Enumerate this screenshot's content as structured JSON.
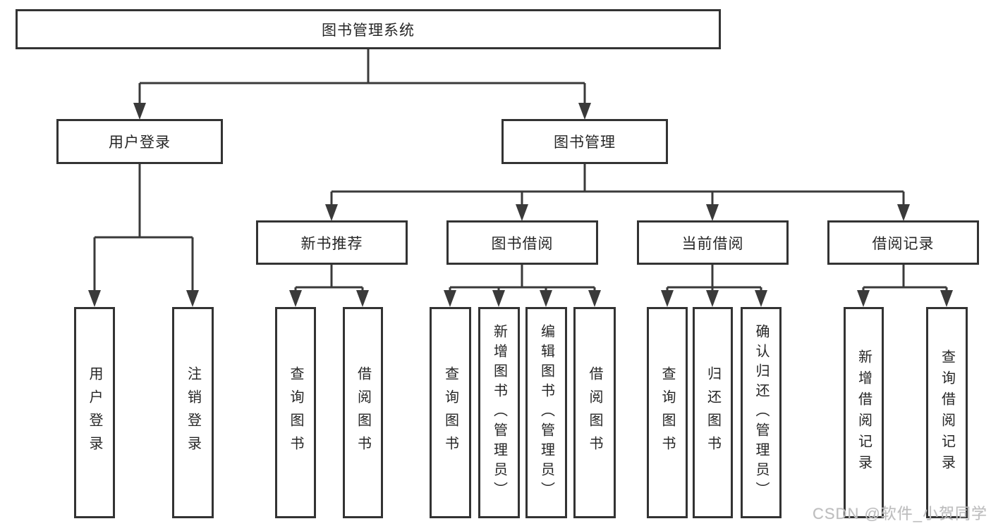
{
  "diagram": {
    "title": "图书管理系统",
    "tree": {
      "root": {
        "label": "图书管理系统"
      },
      "level2": [
        {
          "label": "用户登录",
          "children": [
            "用户登录",
            "注销登录"
          ]
        },
        {
          "label": "图书管理",
          "groups": [
            {
              "label": "新书推荐",
              "children": [
                "查询图书",
                "借阅图书"
              ]
            },
            {
              "label": "图书借阅",
              "children": [
                "查询图书",
                "新增图书（管理员）",
                "编辑图书（管理员）",
                "借阅图书"
              ]
            },
            {
              "label": "当前借阅",
              "children": [
                "查询图书",
                "归还图书",
                "确认归还（管理员）"
              ]
            },
            {
              "label": "借阅记录",
              "children": [
                "新增借阅记录",
                "查询借阅记录"
              ]
            }
          ]
        }
      ]
    },
    "colors": {
      "line": "#3a3a3a",
      "box_border": "#333333",
      "box_fill": "#ffffff",
      "text": "#262626",
      "watermark": "#bdbdbd"
    }
  },
  "watermark": {
    "text": "CSDN @软件_小贺同学"
  }
}
